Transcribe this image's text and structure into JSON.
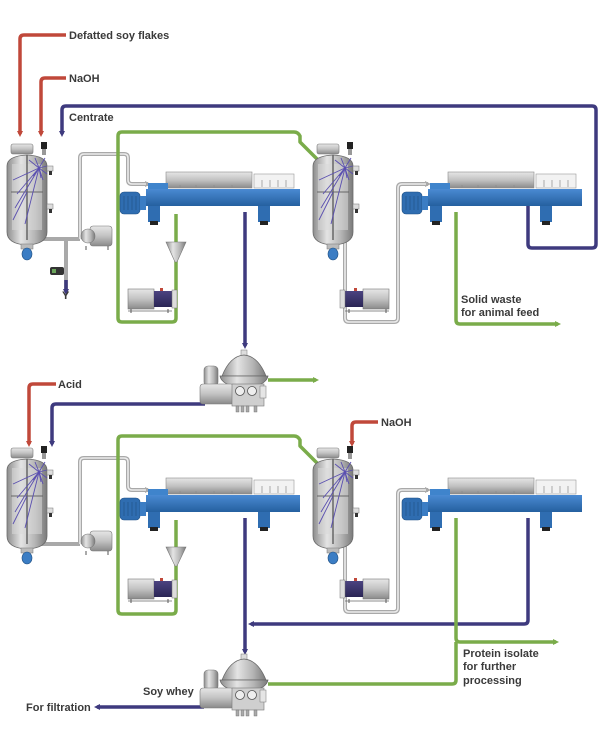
{
  "diagram": {
    "title": "Soy protein isolate production process",
    "labels": {
      "defatted_soy_flakes": "Defatted soy flakes",
      "naoh_top": "NaOH",
      "centrate": "Centrate",
      "solid_waste_line1": "Solid waste",
      "solid_waste_line2": "for animal feed",
      "acid": "Acid",
      "naoh_bottom": "NaOH",
      "protein_isolate_line1": "Protein isolate",
      "protein_isolate_line2": "for further",
      "protein_isolate_line3": "processing",
      "soy_whey": "Soy whey",
      "for_filtration": "For filtration",
      "drain_symbol": "Y"
    },
    "colors": {
      "feed_line": "#c0483a",
      "liquid_line": "#3e3a7e",
      "solids_line": "#7aac4a",
      "process_pipe": "#a9a9a9",
      "decanter_frame": "#2e6fb8",
      "text": "#3a3a3a"
    },
    "equipment": [
      {
        "id": "tank-1",
        "type": "stirred-tank"
      },
      {
        "id": "decanter-1",
        "type": "decanter-centrifuge"
      },
      {
        "id": "tank-2",
        "type": "stirred-tank"
      },
      {
        "id": "decanter-2",
        "type": "decanter-centrifuge"
      },
      {
        "id": "separator-1",
        "type": "disc-separator"
      },
      {
        "id": "tank-3",
        "type": "stirred-tank"
      },
      {
        "id": "decanter-3",
        "type": "decanter-centrifuge"
      },
      {
        "id": "tank-4",
        "type": "stirred-tank"
      },
      {
        "id": "decanter-4",
        "type": "decanter-centrifuge"
      },
      {
        "id": "separator-2",
        "type": "disc-separator"
      }
    ]
  }
}
